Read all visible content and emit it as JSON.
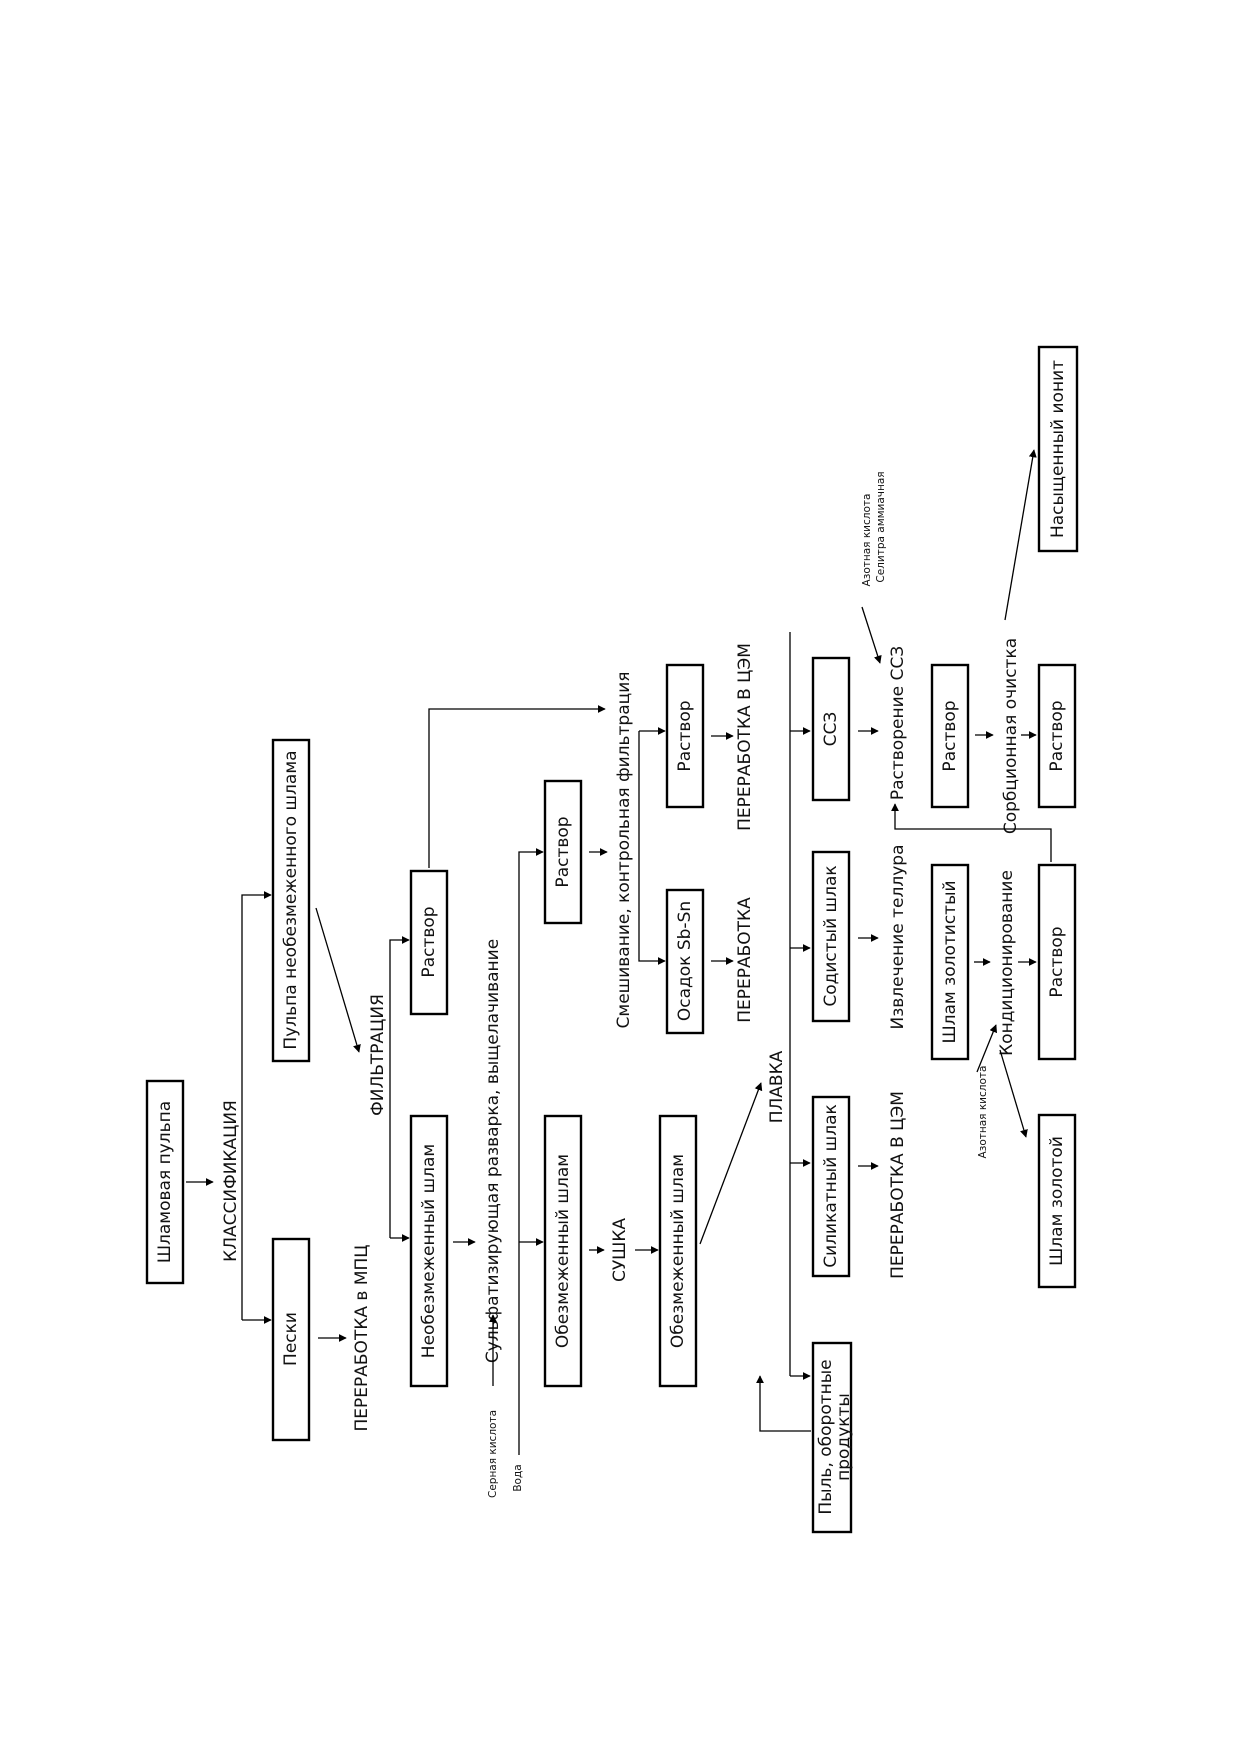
{
  "boxes": {
    "shlamovaya_pulpa": "Шламовая пульпа",
    "peski": "Пески",
    "pulpa_neobezmezh": "Пульпа необезмеженного шлама",
    "neobezmezh_shlam": "Необезмеженный шлам",
    "rastvor_1": "Раствор",
    "obezmezh_shlam_1": "Обезмеженный шлам",
    "rastvor_2": "Раствор",
    "obezmezh_shlam_2": "Обезмеженный шлам",
    "osadok_sbsn": "Осадок Sb-Sn",
    "rastvor_3": "Раствор",
    "pyl_line1": "Пыль, оборотные",
    "pyl_line2": "продукты",
    "silikatny_shlak": "Силикатный шлак",
    "sodisty_shlak": "Содистый шлак",
    "ssz": "ССЗ",
    "shlam_zolotisty": "Шлам золотистый",
    "rastvor_4": "Раствор",
    "shlam_zolotoy": "Шлам золотой",
    "rastvor_5": "Раствор",
    "rastvor_6": "Раствор",
    "nasyshchenny_ionit": "Насыщенный ионит"
  },
  "labels": {
    "klassifikatsiya": "КЛАССИФИКАЦИЯ",
    "pererabotka_mpts": "ПЕРЕРАБОТКА в МПЦ",
    "filtratsiya": "ФИЛЬТРАЦИЯ",
    "sulfat": "Сульфатизирующая разварка, выщелачивание",
    "sernaya": "Серная кислота",
    "voda": "Вода",
    "sushka": "СУШКА",
    "smeshivanie": "Смешивание, контрольная фильтрация",
    "pererabotka": "ПЕРЕРАБОТКА",
    "pererabotka_tsem_1": "ПЕРЕРАБОТКА В ЦЭМ",
    "plavka": "ПЛАВКА",
    "pererabotka_tsem_2": "ПЕРЕРАБОТКА В ЦЭМ",
    "izvlechenie": "Извлечение теллура",
    "rastvorenie_ssz": "Растворение ССЗ",
    "azotnaya_1": "Азотная кислота",
    "selitra": "Селитра аммиачная",
    "konditsionirovanie": "Кондиционирование",
    "azotnaya_2": "Азотная кислота",
    "sorbtsionnaya": "Сорбционная очистка"
  }
}
